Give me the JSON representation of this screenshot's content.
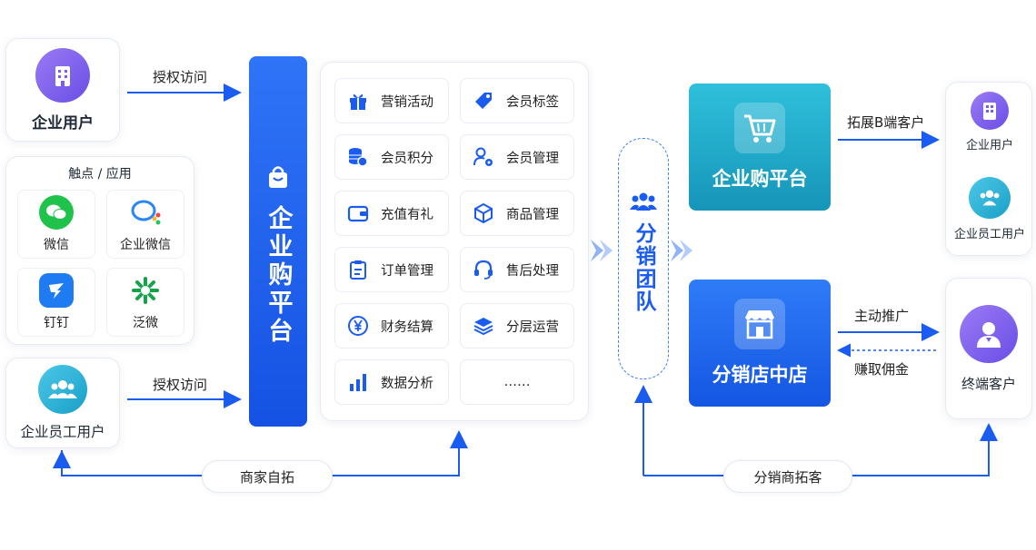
{
  "left": {
    "enterprise_user": "企业用户",
    "touchpoints_title": "触点 / 应用",
    "apps": [
      {
        "label": "微信",
        "icon": "wechat-icon"
      },
      {
        "label": "企业微信",
        "icon": "wecom-icon"
      },
      {
        "label": "钉钉",
        "icon": "dingtalk-icon"
      },
      {
        "label": "泛微",
        "icon": "fanwei-icon"
      }
    ],
    "employee_user": "企业员工用户",
    "auth_label_top": "授权访问",
    "auth_label_bottom": "授权访问",
    "merchant_self_expand": "商家自拓"
  },
  "platform": {
    "title": "企业购平台",
    "features": [
      {
        "label": "营销活动",
        "icon": "gift-icon"
      },
      {
        "label": "会员标签",
        "icon": "tag-icon"
      },
      {
        "label": "会员积分",
        "icon": "coins-icon"
      },
      {
        "label": "会员管理",
        "icon": "user-gear-icon"
      },
      {
        "label": "充值有礼",
        "icon": "wallet-icon"
      },
      {
        "label": "商品管理",
        "icon": "box-icon"
      },
      {
        "label": "订单管理",
        "icon": "clipboard-icon"
      },
      {
        "label": "售后处理",
        "icon": "headset-icon"
      },
      {
        "label": "财务结算",
        "icon": "yen-icon"
      },
      {
        "label": "分层运营",
        "icon": "layers-icon"
      },
      {
        "label": "数据分析",
        "icon": "bar-chart-icon"
      },
      {
        "label": "……",
        "icon": ""
      }
    ]
  },
  "distribution_team": "分销团队",
  "right": {
    "platform_card": "企业购平台",
    "store_card": "分销店中店",
    "expand_b": "拓展B端客户",
    "active_promo": "主动推广",
    "earn_commission": "赚取佣金",
    "distributor_expand": "分销商拓客",
    "targets_b": [
      {
        "label": "企业用户",
        "icon": "building-icon"
      },
      {
        "label": "企业员工用户",
        "icon": "users-icon"
      }
    ],
    "end_customer": "终端客户"
  },
  "colors": {
    "primary": "#1a5cf0",
    "teal": "#1aa3c8",
    "purple": "#7b5cf0",
    "cyan": "#2bb5d8",
    "green": "#1fc24a"
  }
}
